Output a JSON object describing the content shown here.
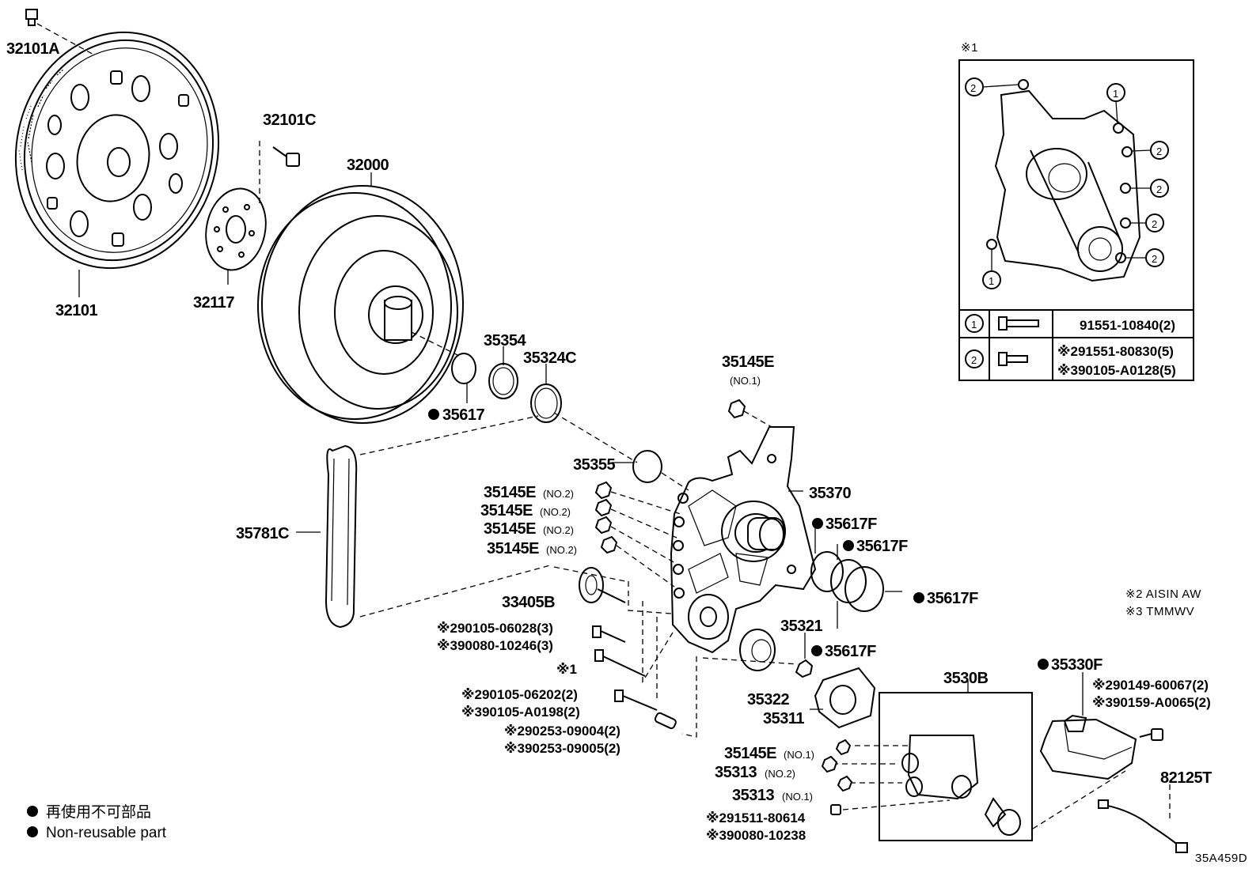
{
  "parts": {
    "p32101A": "32101A",
    "p32101C": "32101C",
    "p32000": "32000",
    "p32101": "32101",
    "p32117": "32117",
    "p35354": "35354",
    "p35324C": "35324C",
    "p35617": "35617",
    "p35145E_top": "35145E",
    "p35145E_top_sub": "(NO.1)",
    "p35355": "35355",
    "p35370": "35370",
    "p35781C": "35781C",
    "p35145E_a": "35145E",
    "p35145E_b": "35145E",
    "p35145E_c": "35145E",
    "p35145E_d": "35145E",
    "no2": "(NO.2)",
    "no1": "(NO.1)",
    "p35617F_a": "35617F",
    "p35617F_b": "35617F",
    "p35617F_c": "35617F",
    "p35617F_d": "35617F",
    "p33405B": "33405B",
    "bolt1_a": "※290105-06028(3)",
    "bolt1_b": "※390080-10246(3)",
    "bolt_ref1": "※1",
    "bolt2_a": "※290105-06202(2)",
    "bolt2_b": "※390105-A0198(2)",
    "pin_a": "※290253-09004(2)",
    "pin_b": "※390253-09005(2)",
    "p35321": "35321",
    "p35322": "35322",
    "p35311": "35311",
    "p3530B": "3530B",
    "p35330F": "35330F",
    "p35145E_e": "35145E",
    "p35313_a": "35313",
    "p35313_b": "35313",
    "bolt3_a": "※291511-80614",
    "bolt3_b": "※390080-10238",
    "bolt4_a": "※290149-60067(2)",
    "bolt4_b": "※390159-A0065(2)",
    "p82125T": "82125T"
  },
  "inset": {
    "ref": "※1",
    "callout_1": "1",
    "callout_2": "2",
    "row1_part": "91551-10840(2)",
    "row2_part_a": "※291551-80830(5)",
    "row2_part_b": "※390105-A0128(5)"
  },
  "notes": {
    "maker_2": "※2 AISIN AW",
    "maker_3": "※3 TMMWV"
  },
  "legend": {
    "jp": "再使用不可部品",
    "en": "Non-reusable part"
  },
  "diagram_id": "35A459D"
}
